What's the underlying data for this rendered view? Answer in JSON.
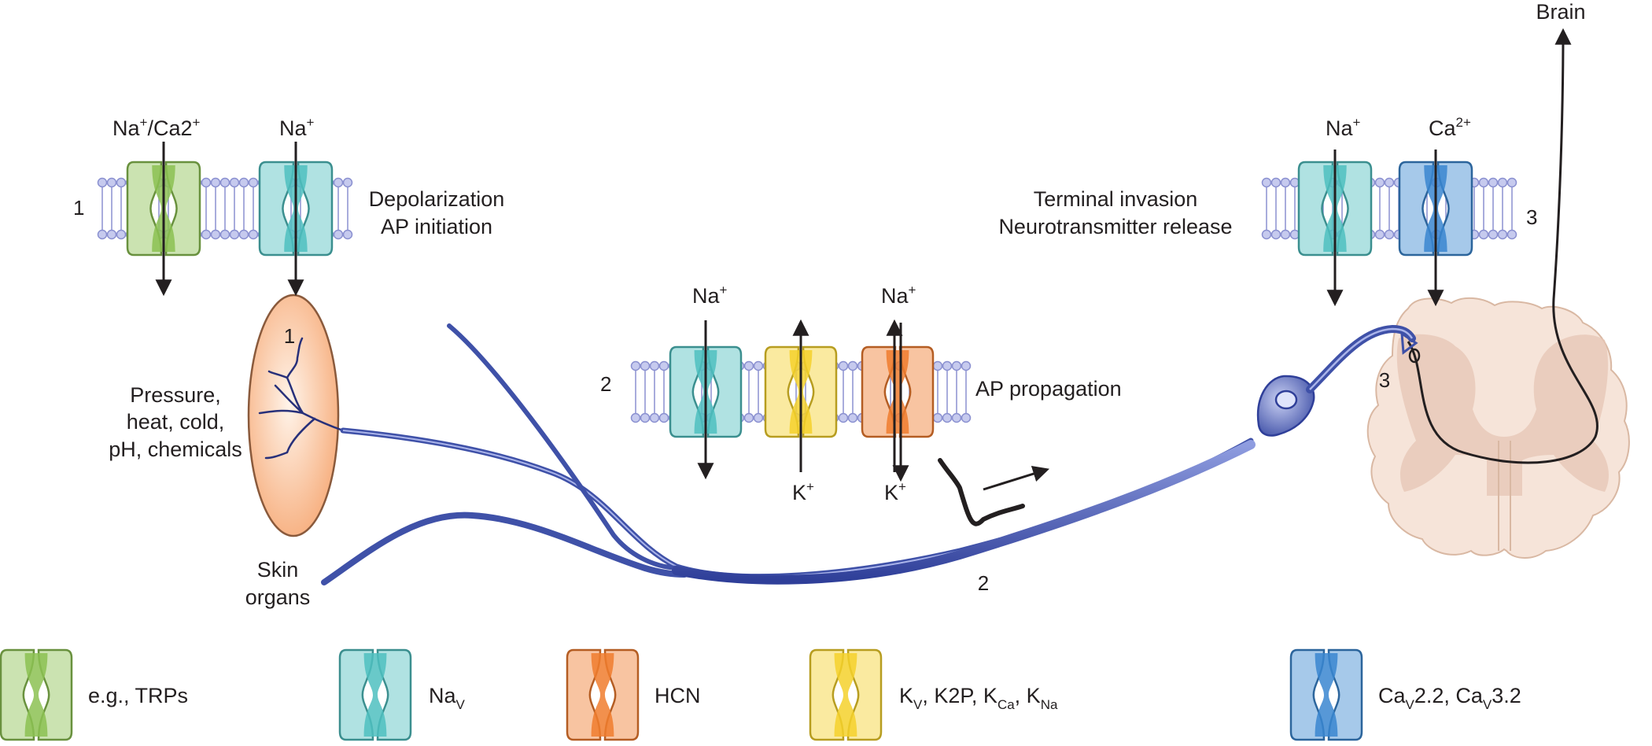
{
  "labels": {
    "brain": "Brain",
    "site1": {
      "num_left": "1",
      "num_receptor": "1",
      "ion_left_base": "Na",
      "ion_left_sup": "+",
      "ion_left_mid": "/Ca2",
      "ion_left_sup2": "+",
      "ion_right_base": "Na",
      "ion_right_sup": "+",
      "desc_line1": "Depolarization",
      "desc_line2": "AP initiation"
    },
    "stimuli": {
      "line1": "Pressure,",
      "line2": "heat, cold,",
      "line3": "pH, chemicals"
    },
    "skin": {
      "line1": "Skin",
      "line2": "organs"
    },
    "site2": {
      "num_left": "2",
      "num_axon": "2",
      "ion_na1_base": "Na",
      "ion_na1_sup": "+",
      "ion_na2_base": "Na",
      "ion_na2_sup": "+",
      "ion_k1_base": "K",
      "ion_k1_sup": "+",
      "ion_k2_base": "K",
      "ion_k2_sup": "+",
      "desc": "AP propagation"
    },
    "site3": {
      "num_right": "3",
      "num_cord": "3",
      "ion_na_base": "Na",
      "ion_na_sup": "+",
      "ion_ca_base": "Ca",
      "ion_ca_sup": "2+",
      "desc_line1": "Terminal invasion",
      "desc_line2": "Neurotransmitter release"
    }
  },
  "legend": [
    {
      "id": "trp",
      "text": "e.g., TRPs"
    },
    {
      "id": "nav",
      "base": "Na",
      "sub": "V"
    },
    {
      "id": "hcn",
      "text": "HCN"
    },
    {
      "id": "k",
      "p1": "K",
      "s1": "V",
      "p2": ", K2P, K",
      "s2": "Ca",
      "p3": ", K",
      "s3": "Na"
    },
    {
      "id": "cav",
      "p1": "Ca",
      "s1": "V",
      "p2": "2.2, Ca",
      "s2": "V",
      "p3": "3.2"
    }
  ],
  "colors": {
    "trp": "#8cc152",
    "nav": "#4fbfbf",
    "hcn": "#f07c2e",
    "k": "#f4d12b",
    "cav": "#3a86d0",
    "axon": "#3f51a8",
    "lipid": "#8a90d0",
    "receptor": "#f7b98a",
    "cord": "#f3dfd3"
  }
}
